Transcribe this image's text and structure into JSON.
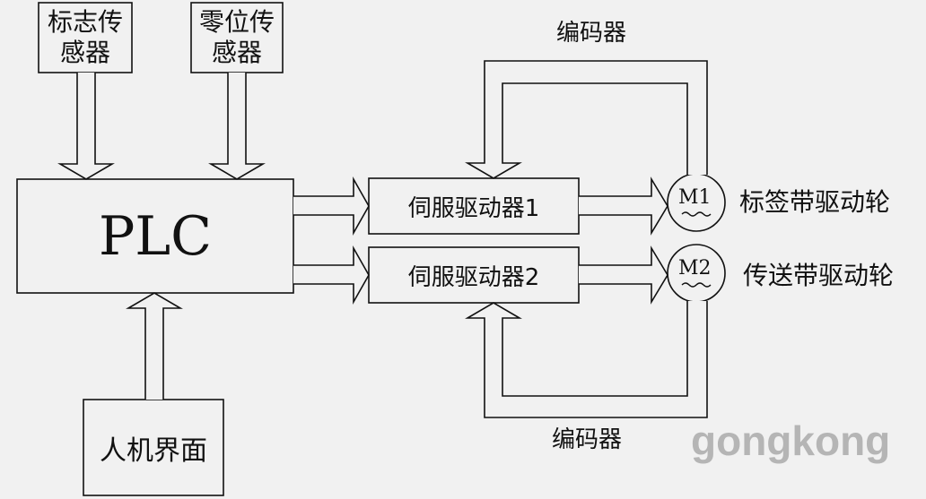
{
  "blocks": {
    "flag_sensor": "标志传感器",
    "zero_sensor": "零位传感器",
    "plc": "PLC",
    "hmi": "人机界面",
    "servo_driver_1": "伺服驱动器1",
    "servo_driver_2": "伺服驱动器2"
  },
  "motors": {
    "m1": "M1",
    "m2": "M2"
  },
  "outputs": {
    "label_belt_wheel": "标签带驱动轮",
    "conveyor_belt_wheel": "传送带驱动轮"
  },
  "feedback": {
    "encoder_top": "编码器",
    "encoder_bottom": "编码器"
  },
  "watermark": "gongkong",
  "colors": {
    "background": "#f1f1f1",
    "stroke": "#111111",
    "watermark": "#b5b5b5"
  }
}
